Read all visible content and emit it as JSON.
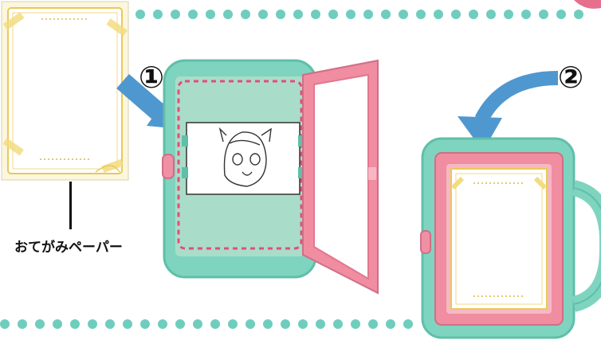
{
  "steps": [
    {
      "badge": "①"
    },
    {
      "badge": "②"
    }
  ],
  "paper_caption": "おてがみペーパー",
  "colors": {
    "dot": "#6fcdbe",
    "board": "#7fd4bf",
    "board_dark": "#5fbfa8",
    "frame": "#f08da0",
    "frame_light": "#f6b8c4",
    "arrow": "#4f97cf",
    "paper": "#fbf6dc",
    "paper_border": "#e8c95a",
    "outline_dash": "#e24d7a",
    "drawing_sheet": "#ffffff",
    "knob": "#f090a4"
  },
  "icons": {
    "arrow_1": "curved-arrow-down-right-icon",
    "arrow_2": "curved-arrow-down-left-icon"
  }
}
